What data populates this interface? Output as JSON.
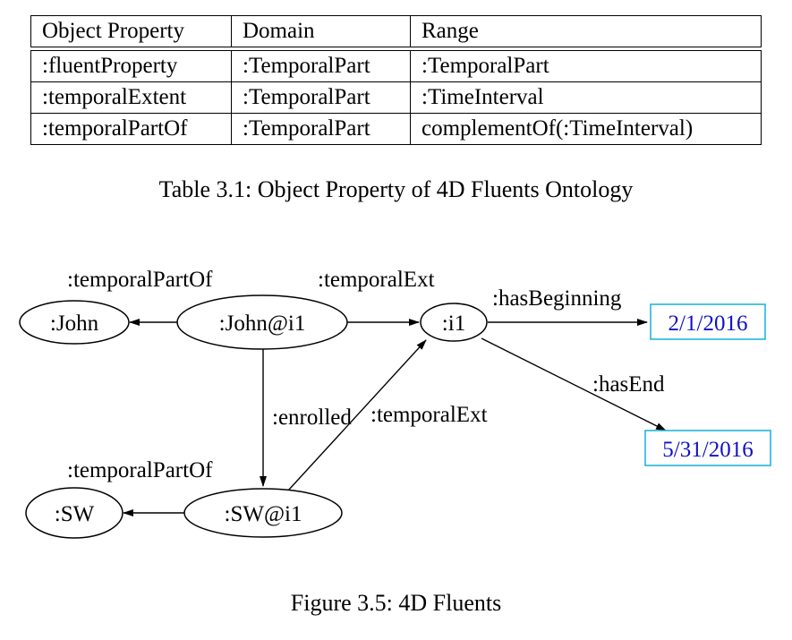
{
  "table": {
    "headers": [
      "Object Property",
      "Domain",
      "Range"
    ],
    "rows": [
      [
        ":fluentProperty",
        ":TemporalPart",
        ":TemporalPart"
      ],
      [
        ":temporalExtent",
        ":TemporalPart",
        ":TimeInterval"
      ],
      [
        ":temporalPartOf",
        ":TemporalPart",
        "complementOf(:TimeInterval)"
      ]
    ],
    "caption": "Table 3.1: Object Property of 4D Fluents Ontology"
  },
  "figure": {
    "nodes": {
      "john": ":John",
      "john_i1": ":John@i1",
      "i1": ":i1",
      "sw": ":SW",
      "sw_i1": ":SW@i1",
      "date_begin": "2/1/2016",
      "date_end": "5/31/2016"
    },
    "edges": {
      "john_i1_to_john": ":temporalPartOf",
      "john_i1_to_i1": ":temporalExt",
      "i1_to_begin": ":hasBeginning",
      "i1_to_end": ":hasEnd",
      "john_i1_to_sw_i1": ":enrolled",
      "sw_i1_to_i1": ":temporalExt",
      "sw_i1_to_sw": ":temporalPartOf"
    },
    "colors": {
      "date_text": "#1010c8",
      "date_border": "#22b5dc"
    },
    "caption": "Figure 3.5: 4D Fluents"
  }
}
